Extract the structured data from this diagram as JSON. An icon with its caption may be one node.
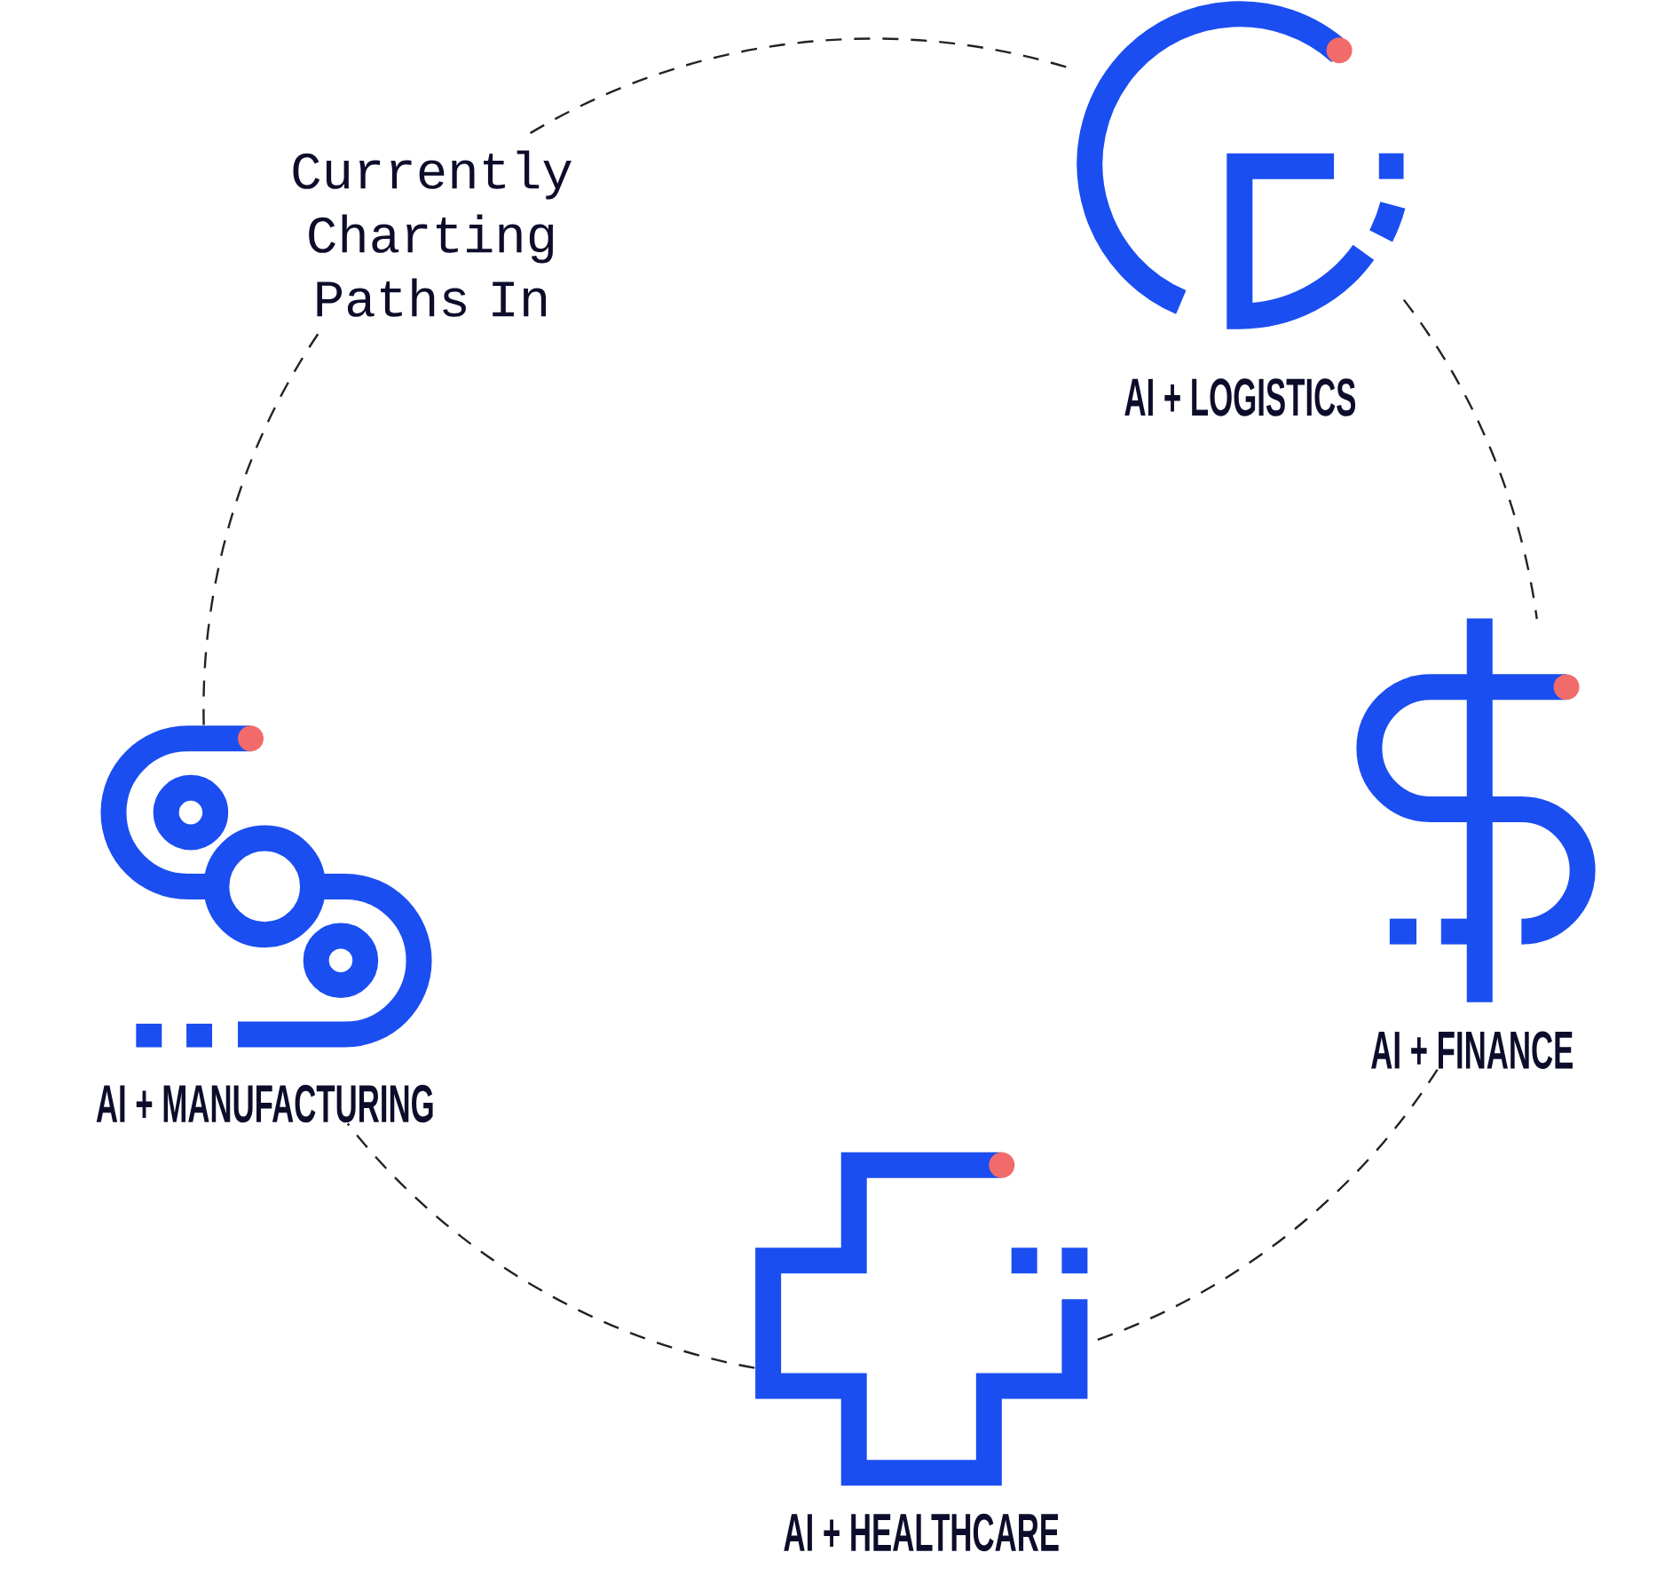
{
  "diagram": {
    "nodes": [
      {
        "text": [
          "Currently Charting Paths In"
        ]
      },
      {
        "text": [
          "AI + LOGISTICS"
        ]
      },
      {
        "text": [
          "AI + FINANCE"
        ]
      },
      {
        "text": [
          "AI + MANUFACTURING"
        ]
      },
      {
        "text": [
          "AI + HEALTHCARE"
        ]
      }
    ],
    "edges": [
      {
        "from": 0,
        "to": 1,
        "arrow": "none",
        "style": "dashed"
      },
      {
        "from": 1,
        "to": 2,
        "arrow": "none",
        "style": "dashed"
      },
      {
        "from": 2,
        "to": 4,
        "arrow": "none",
        "style": "dashed"
      },
      {
        "from": 4,
        "to": 3,
        "arrow": "none",
        "style": "dashed"
      },
      {
        "from": 3,
        "to": 0,
        "arrow": "none",
        "style": "dashed"
      }
    ]
  }
}
